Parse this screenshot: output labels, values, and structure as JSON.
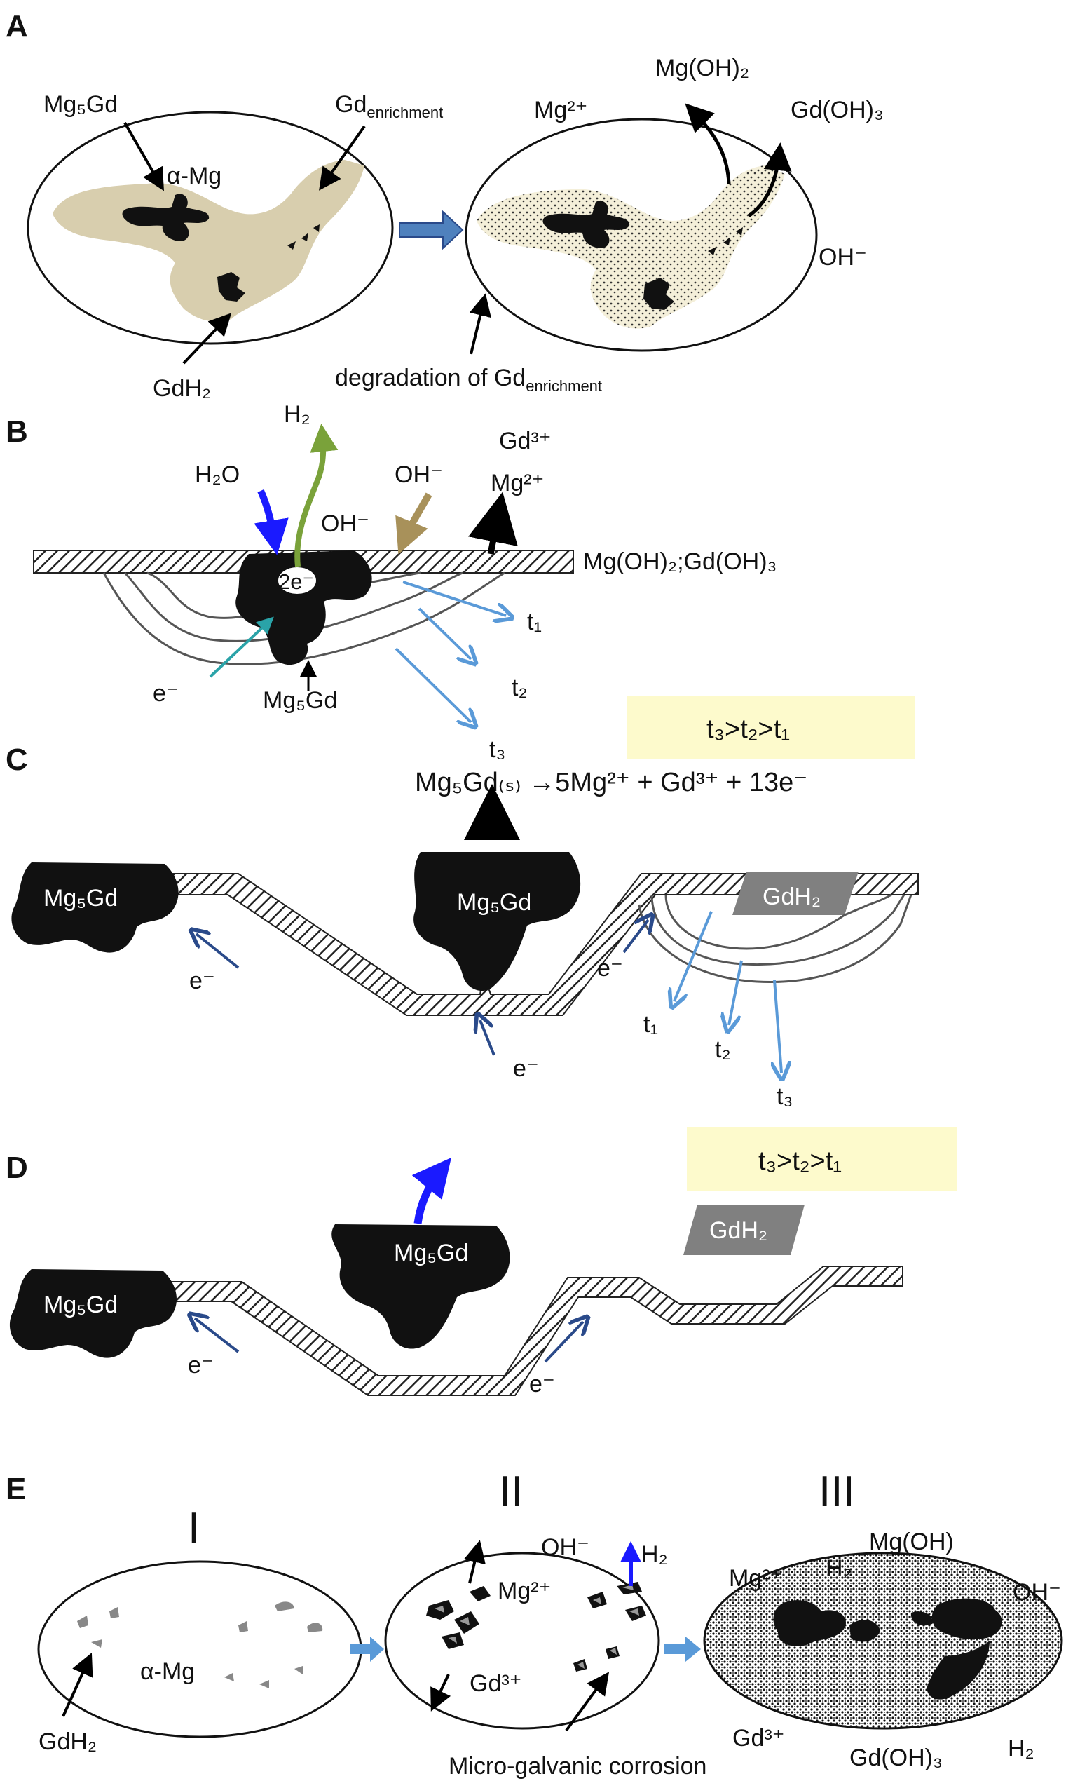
{
  "panels": {
    "A": {
      "letter": "A",
      "mg5gd": "Mg₅Gd",
      "alpha_mg": "α-Mg",
      "gd_enrichment": "Gd",
      "gd_enrichment_sub": "enrichment",
      "gdh2": "GdH₂",
      "mg2plus": "Mg²⁺",
      "mgoh2": "Mg(OH)₂",
      "gdoh3": "Gd(OH)₃",
      "oh": "OH⁻",
      "degradation": "degradation of Gd",
      "degradation_sub": "enrichment"
    },
    "B": {
      "letter": "B",
      "h2": "H₂",
      "h2o": "H₂O",
      "oh_top": "OH⁻",
      "oh_mid": "OH⁻",
      "gd3plus": "Gd³⁺",
      "mg2plus": "Mg²⁺",
      "film": "Mg(OH)₂;Gd(OH)₃",
      "two_e": "2e⁻",
      "t1": "t₁",
      "t2": "t₂",
      "t3": "t₃",
      "e": "e⁻",
      "mg5gd": "Mg₅Gd",
      "order_box": "t₃>t₂>t₁"
    },
    "C": {
      "letter": "C",
      "reaction": "Mg₅Gd₍ₛ₎ →5Mg²⁺ + Gd³⁺ + 13e⁻",
      "mg5gd_left": "Mg₅Gd",
      "mg5gd_center": "Mg₅Gd",
      "gdh2": "GdH₂",
      "e_left": "e⁻",
      "e_center": "e⁻",
      "e_right": "e⁻",
      "t1": "t₁",
      "t2": "t₂",
      "t3": "t₃",
      "order_box": "t₃>t₂>t₁"
    },
    "D": {
      "letter": "D",
      "mg5gd_left": "Mg₅Gd",
      "mg5gd_center": "Mg₅Gd",
      "gdh2": "GdH₂",
      "e_left": "e⁻",
      "e_right": "e⁻"
    },
    "E": {
      "letter": "E",
      "stage_1": "I",
      "stage_2": "II",
      "stage_3": "III",
      "alpha_mg": "α-Mg",
      "gdh2": "GdH₂",
      "oh_2": "OH⁻",
      "h2_2": "H₂",
      "mg2plus_2": "Mg²⁺",
      "gd3plus_2": "Gd³⁺",
      "micro_galvanic": "Micro-galvanic corrosion",
      "mg2plus_3": "Mg²⁺",
      "h2_3a": "H₂",
      "mgoh_3": "Mg(OH)",
      "oh_3": "OH⁻",
      "gd3plus_3": "Gd³⁺",
      "gdoh3_3": "Gd(OH)₃",
      "h2_3b": "H₂"
    }
  },
  "colors": {
    "matrix_beige": "#d8ceae",
    "arrow_blue_dark": "#2a4a8a",
    "arrow_blue_light": "#5a9ad8",
    "arrow_steel": "#4f81bd",
    "arrow_green": "#7aa23a",
    "arrow_tan": "#a8915a",
    "arrow_pure_blue": "#1a1aff",
    "box_yellow": "#fdfacc",
    "gdh2_gray": "#808080"
  }
}
